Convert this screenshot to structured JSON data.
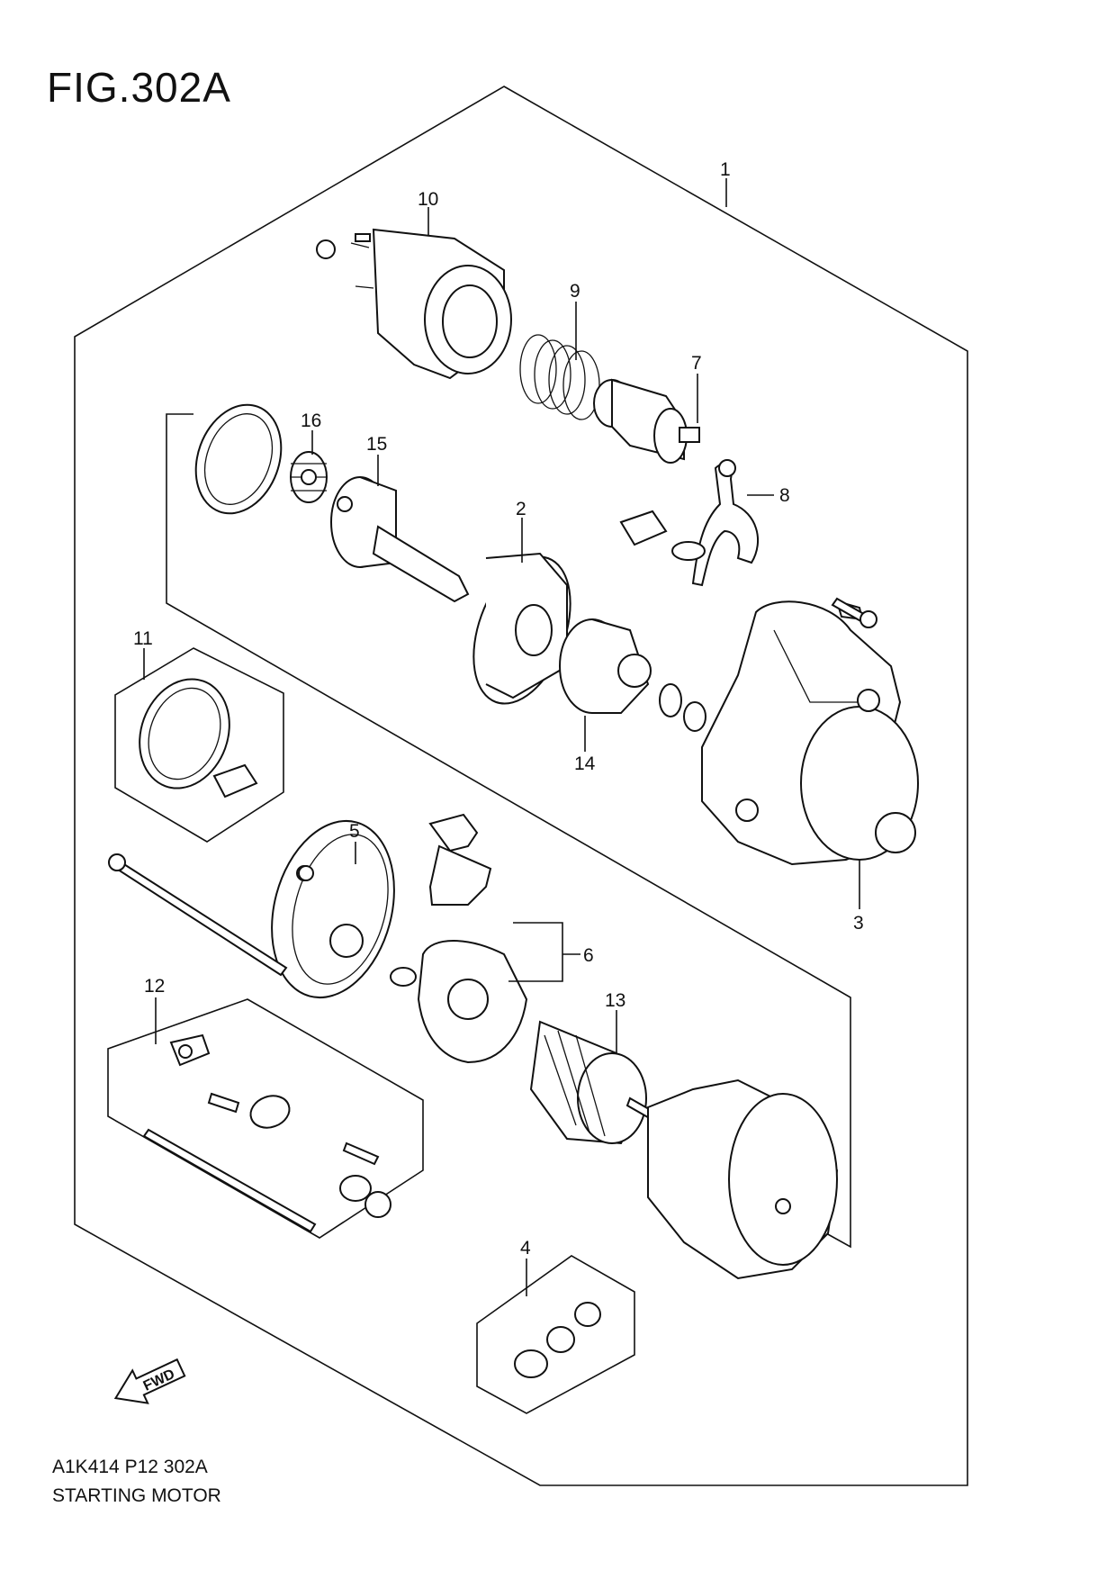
{
  "figure": {
    "title": "FIG.302A",
    "code": "A1K414 P12 302A",
    "name": "STARTING MOTOR",
    "fwd_label": "FWD"
  },
  "callouts": [
    "1",
    "2",
    "3",
    "4",
    "5",
    "6",
    "7",
    "8",
    "9",
    "10",
    "11",
    "12",
    "13",
    "14",
    "15",
    "16"
  ],
  "colors": {
    "line": "#111111",
    "background": "#ffffff"
  }
}
